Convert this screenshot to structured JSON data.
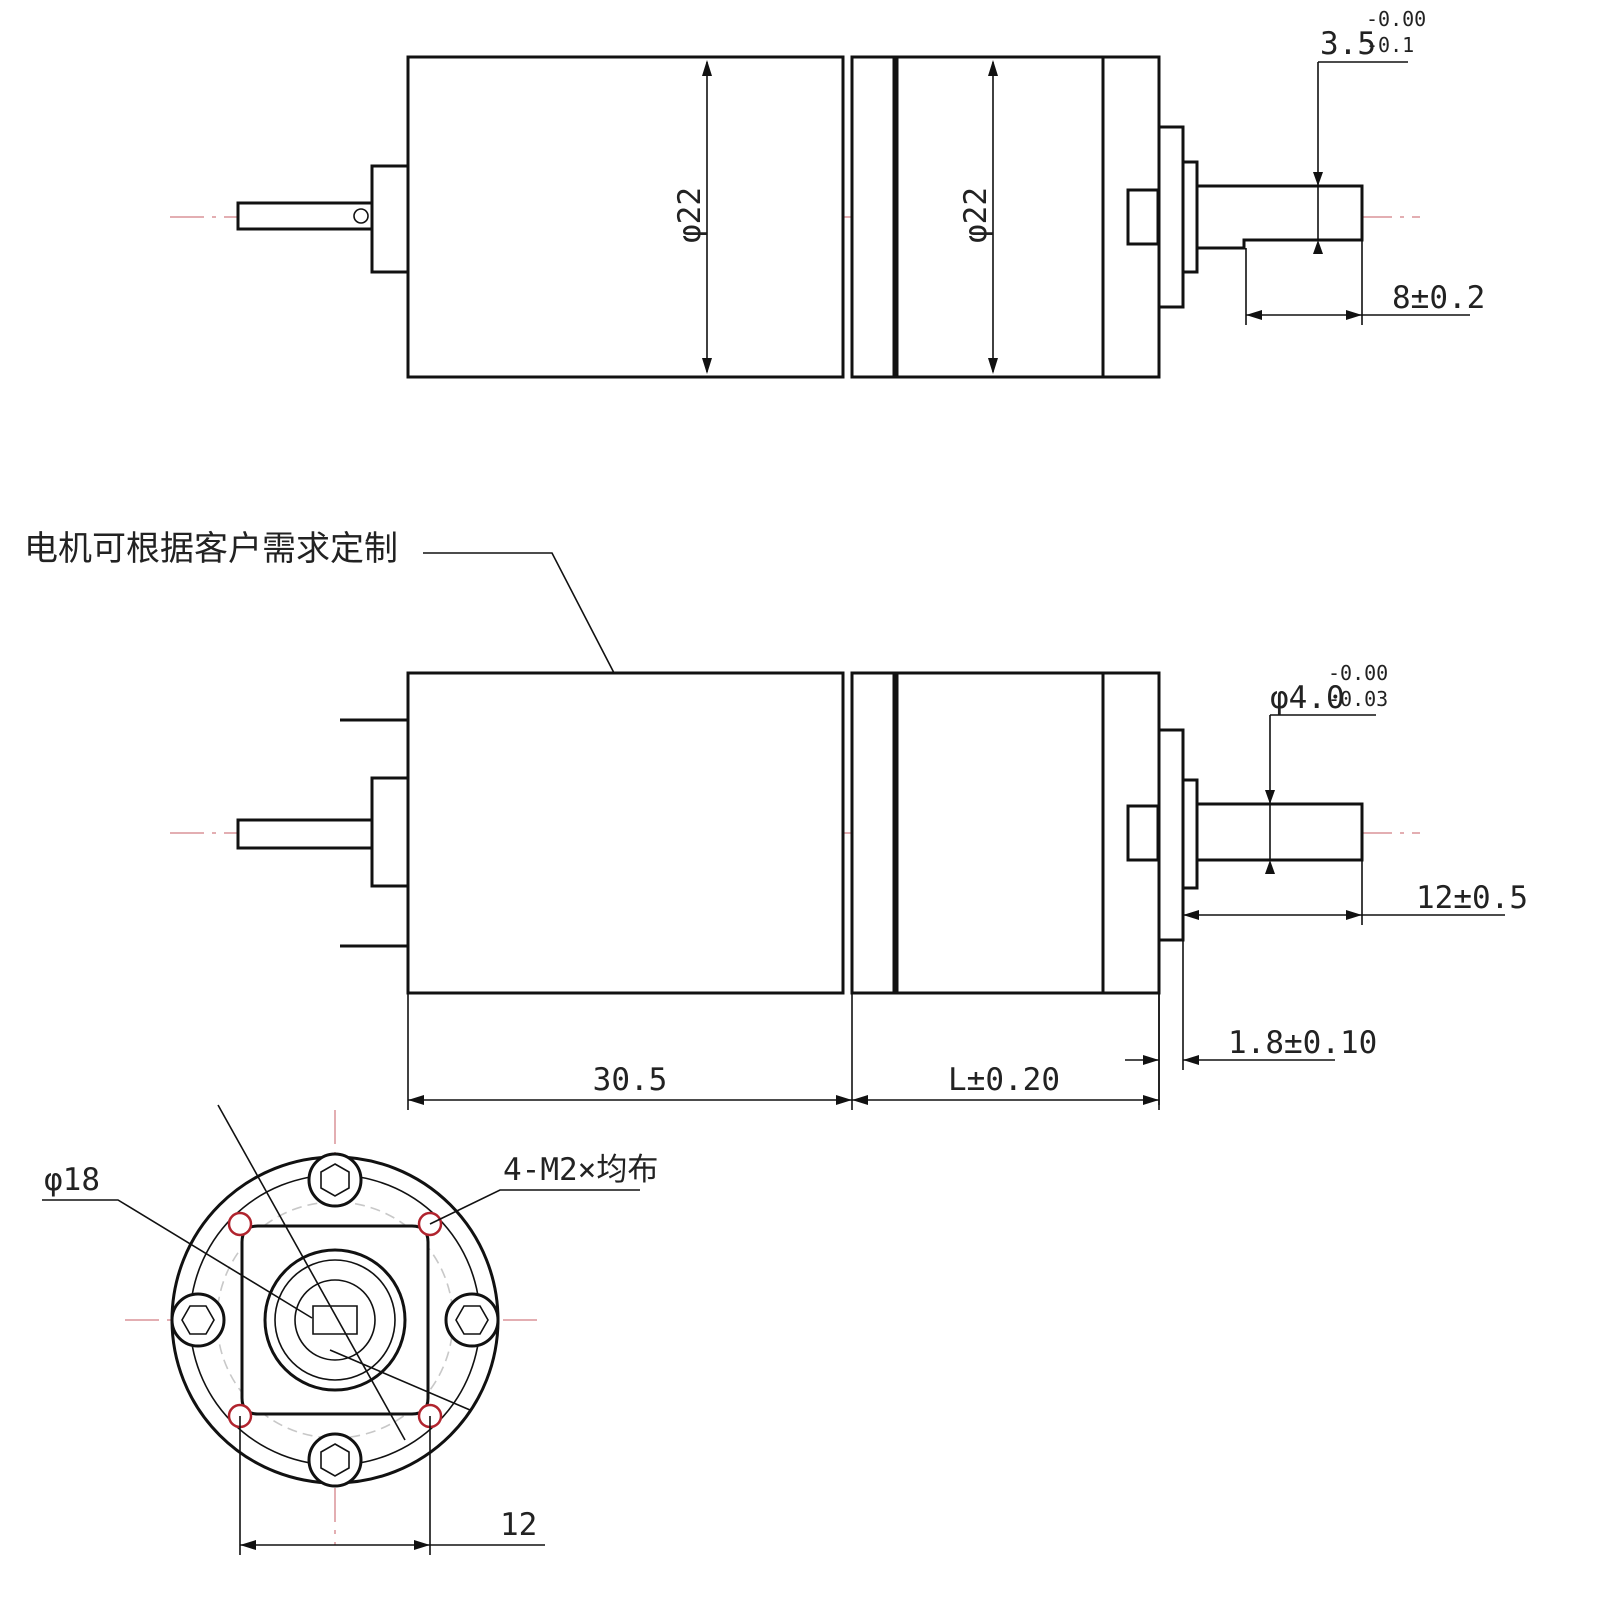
{
  "top_view": {
    "dia_motor": "φ22",
    "dia_gearbox": "φ22",
    "shaft_flat_main": "3.5",
    "shaft_flat_tol_upper": "-0.00",
    "shaft_flat_tol_lower": "-0.1",
    "shaft_length": "8±0.2"
  },
  "front_view": {
    "note": "电机可根据客户需求定制",
    "shaft_dia_main": "φ4.0",
    "shaft_dia_tol_upper": "-0.00",
    "shaft_dia_tol_lower": "-0.03",
    "shaft_length": "12±0.5",
    "boss_height": "1.8±0.10",
    "motor_length": "30.5",
    "gearbox_length": "L±0.20"
  },
  "end_view": {
    "boss_dia": "φ18",
    "screw_spec": "4-M2×均布",
    "hole_spacing": "12"
  },
  "colors": {
    "line": "#111111",
    "centerline": "#e3aeb2",
    "hole_outline": "#b0232d"
  }
}
